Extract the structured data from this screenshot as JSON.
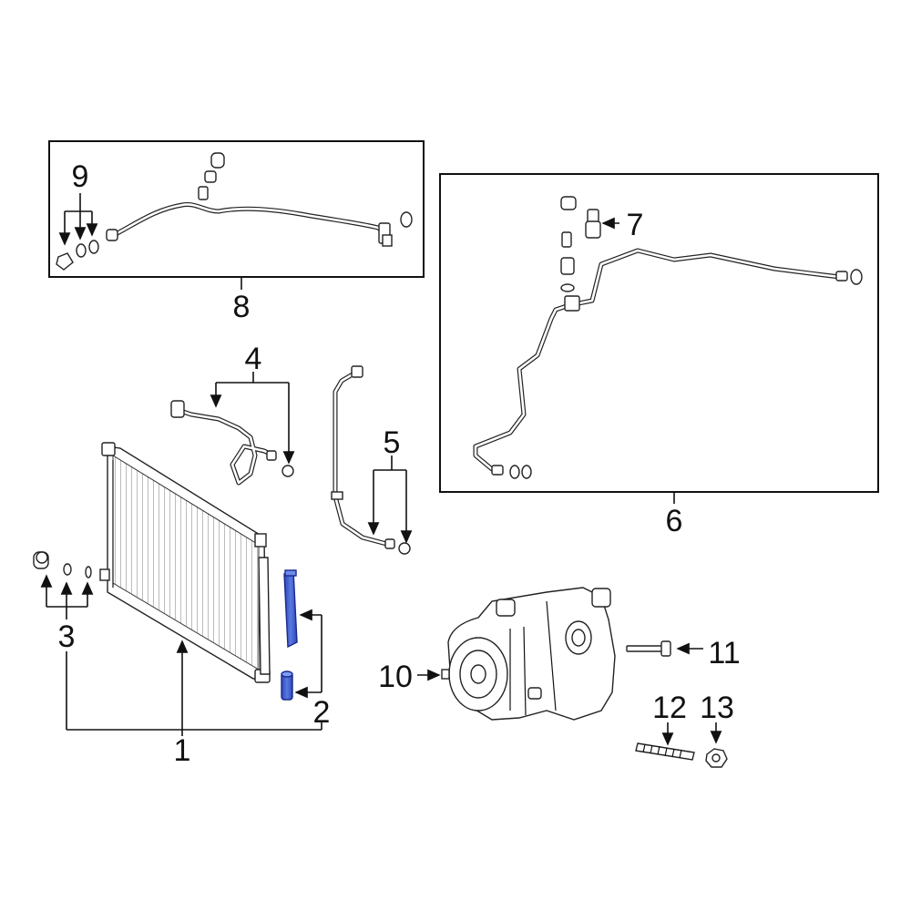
{
  "callouts": {
    "c1": "1",
    "c2": "2",
    "c3": "3",
    "c4": "4",
    "c5": "5",
    "c6": "6",
    "c7": "7",
    "c8": "8",
    "c9": "9",
    "c10": "10",
    "c11": "11",
    "c12": "12",
    "c13": "13"
  },
  "colors": {
    "highlight": "#3a5bd0",
    "highlight_dark": "#1a2a8a",
    "line": "#111111"
  }
}
